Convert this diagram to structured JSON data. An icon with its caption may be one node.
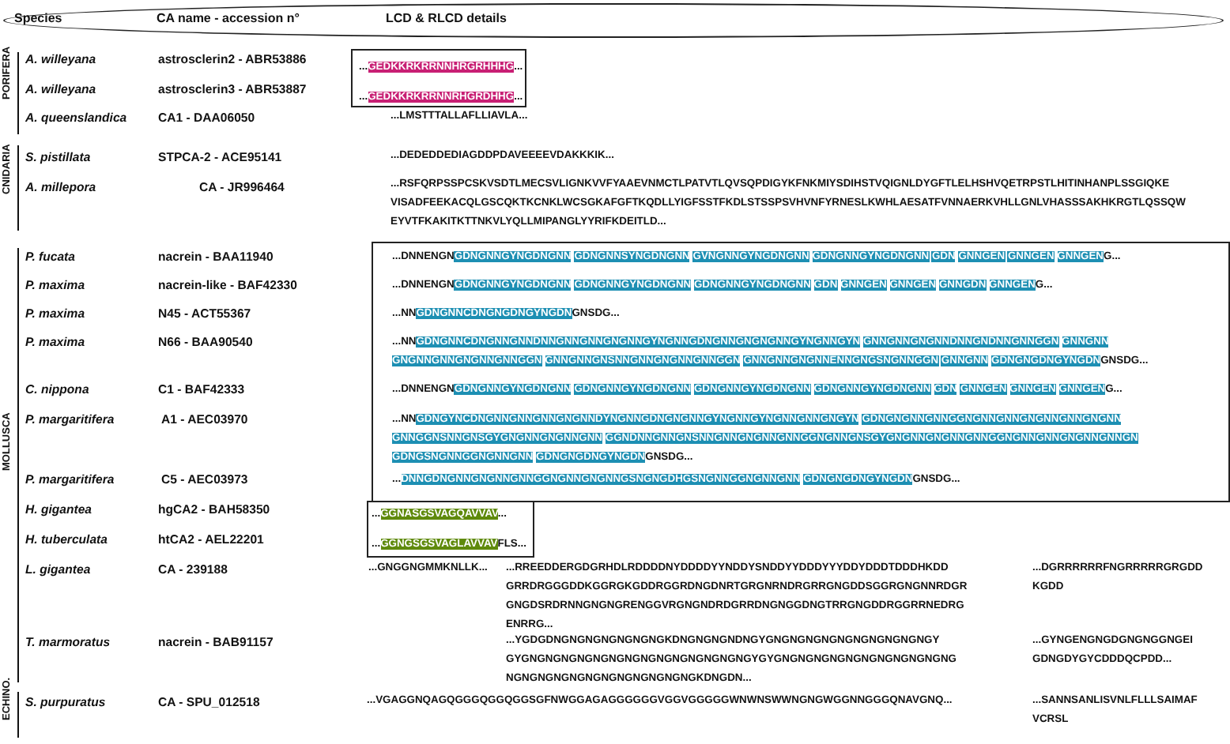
{
  "diagram": {
    "nodes": [
      {
        "text": [
          "Species",
          "CA name - accession n°",
          "LCD & RLCD details"
        ]
      },
      {
        "text": [
          "...GEDKKRKRRNNHRGRHHHG...",
          "...GEDKKRKRRNNRHGRDHHG..."
        ]
      },
      {
        "text": [
          "...DNNENGNGDNGNNGYNGDNGNN GDNGNNSYNGDNGNN GVNGNNGYNGDNGNN GDNGNNGYNGDNGNN GDN GNNGEN GNNGEN GNNGENG...",
          "...DNNENGNGDNGNNGYNGDNGNN GDNGNNGYNGDNGNN GDNGNNGYNGDNGNN GDN GNNGEN GNNGEN GNNGDN GNNGENG...",
          "...NNGDNGNNCDNGNGDNGYNGDNGNSDG...",
          "...NNGDNGNNCDNGNNGNNDNNGNNGNNGNGNNGYNGNNGDNGNNGNGNGNNGYNGNNGYN GNNGNNGNGNNDNNGNDNNGNNGGN GNNGNN GNGNNGNNGNGNNGNNGGN GNNGNNGNSNNGNNGNGNNGNNGGN GNNGNNGNGNNENNGNGSNGNNGGN GNNGNN GDNGNGDNGYNGDNGNSDG...",
          "...DNNENGNGDNGNNGYNGDNGNN GDNGNNGYNGDNGNN GDNGNNGYNGDNGNN GDNGNNGYNGDNGNN GDN GNNGEN GNNGEN GNNGENG...",
          "...NNGDNGYNCDNGNNGNNGNNGNGNNDYNGNNGDNGNGNNGYNGNNGYNGNNGNNGNGYN GDNGNGNNGNNGGNGNNGNNGNGNNGNNGNGNN GNNGGNSNNGNSGYGNGNNGNGNNGNN GGNDNNGNNGNSNNGNNGNGNNGNNGGNGNNGNSGYGNGNNGNGNNGNNGGNGNNGNNGNGNNGNNGN GDNGSNGNNGGNGNNGNN GDNGNGDNGYNGDNGNSDG...",
          "...DNNGDNGNNGNGNNGNNGGNGNNGNGNNGSNGNGDHGSNGNNGGNGNNGNN GDNGNGDNGYNGDNGNSDG..."
        ]
      },
      {
        "text": [
          "...GGNASGSVAGQAVVAV...",
          "...GGNGSGSVAGLAVVAVFLS..."
        ]
      }
    ],
    "labels": [
      "PORIFERA",
      "A. willeyana",
      "astrosclerin2 - ABR53886",
      "A. willeyana",
      "astrosclerin3 - ABR53887",
      "A. queenslandica",
      "CA1 - DAA06050",
      "...LMSTTTALLAFLLIAVLA...",
      "CNIDARIA",
      "S. pistillata",
      "STPCA-2 - ACE95141",
      "...DEDEDDEDIAGDDPDAVEEEEVDAKKKIK...",
      "A. millepora",
      "CA - JR996464",
      "...RSFQRPSSPCSKVSDTLMECSVLIGNKVVFYAAEVNMCTLPATVTLQVSQPDIGYKFNKMIYSDIHSTVQIGNLDYGFTLELHSHVQETRPSTLHITINHANPLSSGIQKE VISADFEEKACQLGSCQKTKCNKLWCSGKAFGFTKQDLLYIGFSSTFKDLSTSSPSVHVNFYRNESLKWHLAESATFVNNAERKVHLLGNLVHASSSAKHKRGTLQSSQW EYVTFKAKITKTTNKVLYQLLMIPANGLYYRIFKDEITLD...",
      "MOLLUSCA",
      "P. fucata",
      "nacrein - BAA11940",
      "P. maxima",
      "nacrein-like - BAF42330",
      "P. maxima",
      "N45 - ACT55367",
      "P. maxima",
      "N66 - BAA90540",
      "C. nippona",
      "C1 - BAF42333",
      "P. margaritifera",
      "A1 - AEC03970",
      "P. margaritifera",
      "C5 - AEC03973",
      "H. gigantea",
      "hgCA2 - BAH58350",
      "H. tuberculata",
      "htCA2 - AEL22201",
      "L. gigantea",
      "CA - 239188",
      "...GNGGNGMMKNLLK...",
      "...RREEDDERGDGRHDLRDDDDNYDDDDYYNDDYSNDDYYDDDYYYDDYDDDTDDDHKDD GRRDRGGGDDKGGRGKGDDRGGRDNGDNRTGRGNRNDRGRRGNGDDSGGRGNGNNRDGR GNGDSRDRNNGNGNGRENGGVRGNGNDRDGRRDNGNGGDNGTRRGNGDDRGGRRNEDRG ENRRG...",
      "...DGRRRRRRFNGRRRRRGRGDD KGDD",
      "T. marmoratus",
      "nacrein - BAB91157",
      "...YGDGDNGNGNGNGNGNGNGKDNGNGNGNDNGYGNGNGNGNGNGNGNGNGNGNGY GYGNGNGNGNGNGNGNGNGNGNGNGNGNGNGYGYGNGNGNGNGNGNGNGNGNGNGNG NGNGNGNGNGNGNGNGNGNGNGNGKDNGDN...",
      "...GYNGENGNGDGNGNGGNGEI GDNGDYGYCDDDQCPDD...",
      "ECHINO.",
      "S. purpuratus",
      "CA - SPU_012518",
      "...VGAGGNQAGQGGGQGGQGGSGFNWGGAGAGGGGGGVGGVGGGGGWNWNSWWNGNGWGGNNGGGQNAVGNQ...",
      "...SANNSANLISVNLFLLLSAIMAF VCRSL"
    ]
  }
}
